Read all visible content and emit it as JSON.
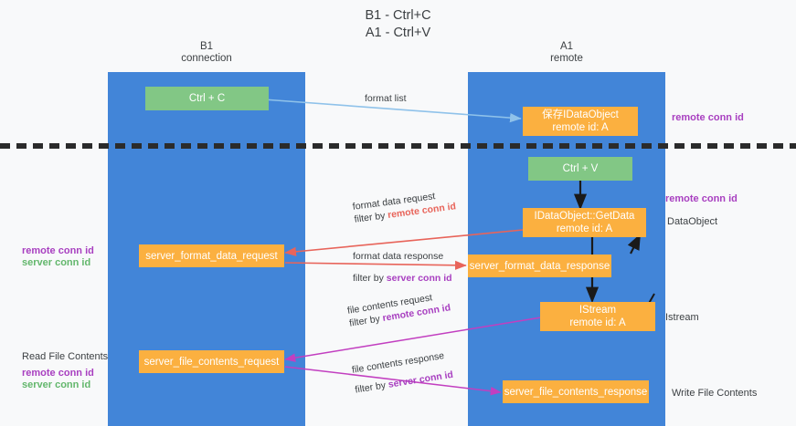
{
  "title": {
    "line1": "B1 - Ctrl+C",
    "line2": "A1 - Ctrl+V"
  },
  "lanes": [
    {
      "name": "B1",
      "sub": "connection"
    },
    {
      "name": "A1",
      "sub": "remote"
    }
  ],
  "colors": {
    "lane": "#4285d8",
    "green_node": "#82c785",
    "orange_node": "#fbb040",
    "purple_text": "#a83fc0",
    "green_text": "#63b76c",
    "red_arrow": "#e8645a",
    "magenta_arrow": "#c23fc0",
    "blue_arrow": "#8fc2ea",
    "black_arrow": "#1a1a1a",
    "separator": "#2b2b2b",
    "background": "#f8f9fa"
  },
  "nodes": {
    "ctrl_c": {
      "label": "Ctrl + C"
    },
    "save_idataobject": {
      "line1": "保存IDataObject",
      "line2": "remote id: A"
    },
    "ctrl_v": {
      "label": "Ctrl + V"
    },
    "getdata": {
      "line1": "IDataObject::GetData",
      "line2": "remote id: A"
    },
    "server_format_data_request": {
      "label": "server_format_data_request"
    },
    "server_format_data_response": {
      "label": "server_format_data_response"
    },
    "istream": {
      "line1": "IStream",
      "line2": "remote id: A"
    },
    "server_file_contents_request": {
      "label": "server_file_contents_request"
    },
    "server_file_contents_response": {
      "label": "server_file_contents_response"
    }
  },
  "edges": {
    "format_list": {
      "label": "format list"
    },
    "format_data_request": {
      "line1": "format data request",
      "filter_prefix": "filter by ",
      "filter_key": "remote conn id"
    },
    "format_data_response": {
      "line1": "format data response",
      "filter_prefix": "filter by ",
      "filter_key": "server conn id"
    },
    "file_contents_request": {
      "line1": "file contents request",
      "filter_prefix": "filter by ",
      "filter_key": "remote conn id"
    },
    "file_contents_response": {
      "line1": "file contents response",
      "filter_prefix": "filter by ",
      "filter_key": "server conn id"
    }
  },
  "annotations": {
    "right_remote_conn_id_top": "remote conn id",
    "right_remote_conn_id_mid": "remote conn id",
    "right_dataobject": "DataObject",
    "right_istream": "Istream",
    "right_write_file_contents": "Write File Contents",
    "left_remote_conn_id": "remote conn id",
    "left_server_conn_id": "server conn id",
    "left_read_file_contents": "Read File Contents",
    "left_remote_conn_id_2": "remote conn id",
    "left_server_conn_id_2": "server conn id"
  }
}
